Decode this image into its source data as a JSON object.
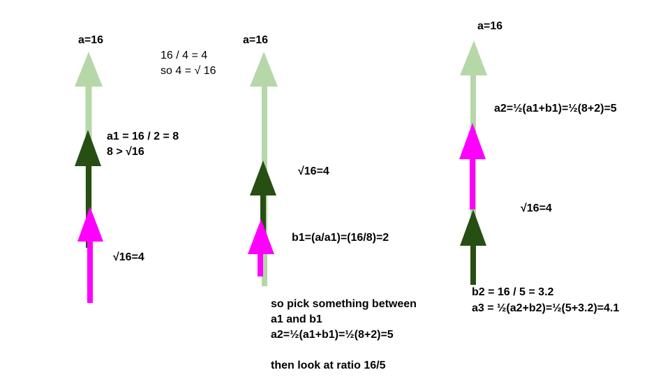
{
  "colors": {
    "light_green": "#b6d7a8",
    "dark_green": "#274e13",
    "magenta": "#ff00ff"
  },
  "panel1": {
    "label_a": "a=16",
    "note_line1": "16 / 4 = 4",
    "note_line2": "so 4 = √ 16",
    "label_a1_line1": "a1 = 16 / 2 = 8",
    "label_a1_line2": "8 > √16",
    "label_sqrt": "√16=4"
  },
  "panel2": {
    "label_a": "a=16",
    "label_sqrt": "√16=4",
    "label_b1": "b1=(a/a1)=(16/8)=2",
    "text_line1": "so pick something between",
    "text_line2": "a1 and b1",
    "text_line3": "a2=½(a1+b1)=½(8+2)=5",
    "text_line4": "then look at ratio 16/5"
  },
  "panel3": {
    "label_a": "a=16",
    "label_a2": "a2=½(a1+b1)=½(8+2)=5",
    "label_sqrt": "√16=4",
    "label_b2": "b2 = 16 / 5 = 3.2",
    "label_a3": "a3 = ½(a2+b2)=½(5+3.2)=4.1"
  }
}
